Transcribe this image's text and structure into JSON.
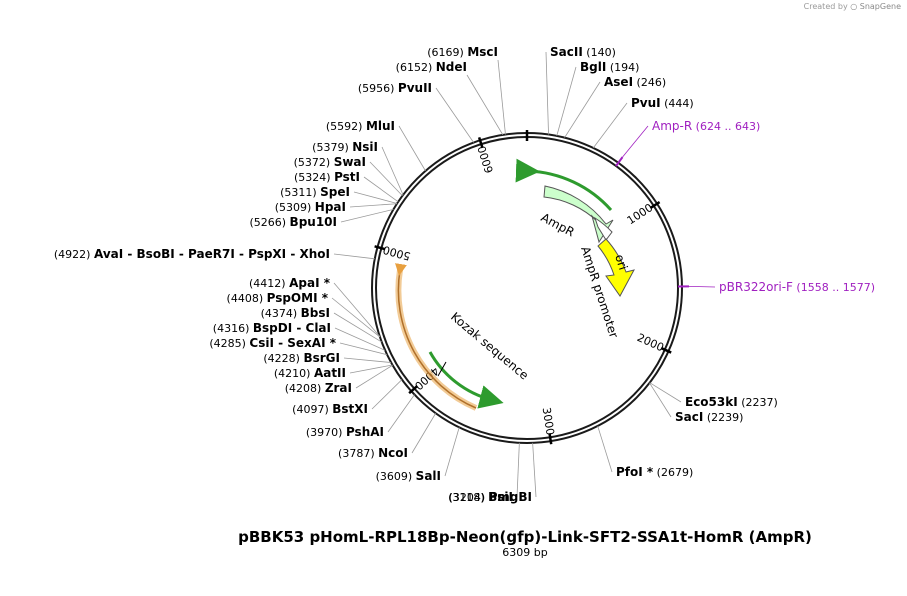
{
  "credit": {
    "prefix": "Created by",
    "brand": "SnapGene"
  },
  "plasmid": {
    "name": "pBBK53 pHomL-RPL18Bp-Neon(gfp)-Link-SFT2-SSA1t-HomR (AmpR)",
    "length_label": "6309 bp",
    "length": 6309
  },
  "ticks": [
    {
      "pos": 0,
      "label": ""
    },
    {
      "pos": 1000,
      "label": "1000"
    },
    {
      "pos": 2000,
      "label": "2000"
    },
    {
      "pos": 3000,
      "label": "3000"
    },
    {
      "pos": 4000,
      "label": "4000"
    },
    {
      "pos": 5000,
      "label": "5000"
    },
    {
      "pos": 6000,
      "label": "6000"
    }
  ],
  "sites_right": [
    {
      "name": "SacII",
      "pos": "(140)",
      "bp": 140
    },
    {
      "name": "BglI",
      "pos": "(194)",
      "bp": 194
    },
    {
      "name": "AseI",
      "pos": "(246)",
      "bp": 246
    },
    {
      "name": "PvuI",
      "pos": "(444)",
      "bp": 444
    },
    {
      "name": "Eco53kI",
      "pos": "(2237)",
      "bp": 2237
    },
    {
      "name": "SacI",
      "pos": "(2239)",
      "bp": 2239
    },
    {
      "name": "PfoI *",
      "pos": "(2679)",
      "bp": 2679
    }
  ],
  "sites_left": [
    {
      "name": "MscI",
      "pos": "(6169)",
      "bp": 6169
    },
    {
      "name": "NdeI",
      "pos": "(6152)",
      "bp": 6152
    },
    {
      "name": "PvuII",
      "pos": "(5956)",
      "bp": 5956
    },
    {
      "name": "MluI",
      "pos": "(5592)",
      "bp": 5592
    },
    {
      "name": "NsiI",
      "pos": "(5379)",
      "bp": 5379
    },
    {
      "name": "SwaI",
      "pos": "(5372)",
      "bp": 5372
    },
    {
      "name": "PstI",
      "pos": "(5324)",
      "bp": 5324
    },
    {
      "name": "SpeI",
      "pos": "(5311)",
      "bp": 5311
    },
    {
      "name": "HpaI",
      "pos": "(5309)",
      "bp": 5309
    },
    {
      "name": "Bpu10I",
      "pos": "(5266)",
      "bp": 5266
    },
    {
      "name": "AvaI  -  BsoBI  -  PaeR7I  -  PspXI  -  XhoI",
      "pos": "(4922)",
      "bp": 4922
    },
    {
      "name": "ApaI *",
      "pos": "(4412)",
      "bp": 4412
    },
    {
      "name": "PspOMI *",
      "pos": "(4408)",
      "bp": 4408
    },
    {
      "name": "BbsI",
      "pos": "(4374)",
      "bp": 4374
    },
    {
      "name": "BspDI  -  ClaI",
      "pos": "(4316)",
      "bp": 4316
    },
    {
      "name": "CsiI  -  SexAI *",
      "pos": "(4285)",
      "bp": 4285
    },
    {
      "name": "BsrGI",
      "pos": "(4228)",
      "bp": 4228
    },
    {
      "name": "AatII",
      "pos": "(4210)",
      "bp": 4210
    },
    {
      "name": "ZraI",
      "pos": "(4208)",
      "bp": 4208
    },
    {
      "name": "BstXI",
      "pos": "(4097)",
      "bp": 4097
    },
    {
      "name": "PshAI",
      "pos": "(3970)",
      "bp": 3970
    },
    {
      "name": "NcoI",
      "pos": "(3787)",
      "bp": 3787
    },
    {
      "name": "SalI",
      "pos": "(3609)",
      "bp": 3609
    },
    {
      "name": "PsiI",
      "pos": "(3204)",
      "bp": 3204
    },
    {
      "name": "BmgBI",
      "pos": "(3118)",
      "bp": 3118
    }
  ],
  "primers": [
    {
      "name": "Amp-R",
      "pos": "(624 .. 643)",
      "bp": 633
    },
    {
      "name": "pBR322ori-F",
      "pos": "(1558 .. 1577)",
      "bp": 1567
    }
  ],
  "features": [
    {
      "name": "AmpR",
      "color": "#ccffcc"
    },
    {
      "name": "AmpR promoter",
      "color": "#ffffff"
    },
    {
      "name": "ori",
      "color": "#ffff00"
    },
    {
      "name": "Kozak sequence",
      "color": "#ffffff"
    }
  ],
  "colors": {
    "backbone": "#1a1a1a",
    "primer": "#a020c0",
    "orf_green": "#2e9b2e",
    "orf_orange": "#e8a040",
    "leader": "#9a9a9a"
  }
}
